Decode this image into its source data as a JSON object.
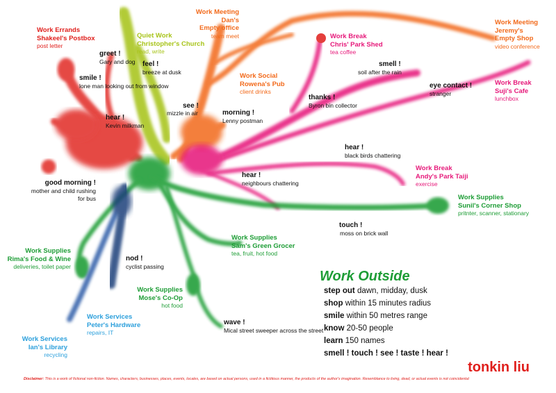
{
  "colors": {
    "red": "#e0201d",
    "pink": "#e6197a",
    "orange": "#f26a1b",
    "lime": "#a8c41a",
    "green": "#1e9d36",
    "blue": "#2da0dc",
    "navy": "#1e3f7a"
  },
  "places": [
    {
      "id": "shakeel",
      "title1": "Work Errands",
      "title2": "Shakeel's Postbox",
      "sub": "post letter",
      "color": "#e0201d"
    },
    {
      "id": "christopher",
      "title1": "Quiet Work",
      "title2": "Christopher's  Church",
      "sub": "read, write",
      "color": "#a8c41a"
    },
    {
      "id": "dan",
      "title1": "Work Meeting",
      "title2": "Dan's",
      "title3": "Empty office",
      "sub": "team meet",
      "color": "#f26a1b"
    },
    {
      "id": "chris",
      "title1": "Work Break",
      "title2": "Chris' Park Shed",
      "sub": "tea coffee",
      "color": "#e6197a"
    },
    {
      "id": "jeremy",
      "title1": "Work Meeting",
      "title2": "Jeremy's",
      "title3": "Empty Shop",
      "sub": "video conference",
      "color": "#f26a1b"
    },
    {
      "id": "rowena",
      "title1": "Work Social",
      "title2": "Rowena's Pub",
      "sub": "client drinks",
      "color": "#f26a1b"
    },
    {
      "id": "suji",
      "title1": "Work Break",
      "title2": "Suji's Cafe",
      "sub": "lunchbox",
      "color": "#e6197a"
    },
    {
      "id": "andy",
      "title1": "Work Break",
      "title2": "Andy's Park Taiji",
      "sub": "exercise",
      "color": "#e6197a"
    },
    {
      "id": "sunil",
      "title1": "Work Supplies",
      "title2": "Sunil's Corner Shop",
      "sub": "pritnter, scanner, stationary",
      "color": "#1e9d36"
    },
    {
      "id": "sam",
      "title1": "Work Supplies",
      "title2": "Sam's Green Grocer",
      "sub": "tea, fruit, hot food",
      "color": "#1e9d36"
    },
    {
      "id": "rima",
      "title1": "Work Supplies",
      "title2": "Rima's Food & Wine",
      "sub": "deliveries, toilet paper",
      "color": "#1e9d36"
    },
    {
      "id": "mose",
      "title1": "Work Supplies",
      "title2": "Mose's Co-Op",
      "sub": "hot food",
      "color": "#1e9d36"
    },
    {
      "id": "peter",
      "title1": "Work Services",
      "title2": "Peter's Hardware",
      "sub": "repairs, IT",
      "color": "#2da0dc"
    },
    {
      "id": "ian",
      "title1": "Work Services",
      "title2": "Ian's Library",
      "sub": "recycling",
      "color": "#2da0dc"
    }
  ],
  "senses": [
    {
      "id": "greet",
      "title": "greet !",
      "lines": [
        "Gary and",
        "dog"
      ]
    },
    {
      "id": "feel",
      "title": "feel !",
      "lines": [
        "breeze at dusk"
      ]
    },
    {
      "id": "smile",
      "title": "smile !",
      "lines": [
        "lone man looking",
        "out from window"
      ]
    },
    {
      "id": "hear_kevin",
      "title": "hear !",
      "lines": [
        "Kevin milkman"
      ]
    },
    {
      "id": "see",
      "title": "see !",
      "lines": [
        "mizzle in air"
      ]
    },
    {
      "id": "morning",
      "title": "morning !",
      "lines": [
        "Lenny",
        "postman"
      ]
    },
    {
      "id": "thanks",
      "title": "thanks !",
      "lines": [
        "Byron",
        "bin collector"
      ]
    },
    {
      "id": "smell",
      "title": "smell !",
      "lines": [
        "soil after the rain"
      ]
    },
    {
      "id": "eye",
      "title": "eye contact !",
      "lines": [
        "stranger"
      ]
    },
    {
      "id": "hear_birds",
      "title": "hear !",
      "lines": [
        "black birds chattering"
      ]
    },
    {
      "id": "hear_neigh",
      "title": "hear !",
      "lines": [
        "neighbours chattering"
      ]
    },
    {
      "id": "goodmorning",
      "title": "good morning !",
      "lines": [
        "mother and child",
        "rushing for bus"
      ]
    },
    {
      "id": "touch",
      "title": "touch !",
      "lines": [
        "moss on brick wall"
      ]
    },
    {
      "id": "nod",
      "title": "nod !",
      "lines": [
        "cyclist",
        "passing"
      ]
    },
    {
      "id": "wave",
      "title": "wave !",
      "lines": [
        "Mical",
        "street sweeper",
        "across the street"
      ]
    }
  ],
  "work_outside": {
    "heading": "Work Outside",
    "rows": [
      {
        "k": "step out",
        "v": "dawn, midday, dusk"
      },
      {
        "k": "shop",
        "v": "within 15 minutes radius"
      },
      {
        "k": "smile",
        "v": "within 50 metres range"
      },
      {
        "k": "know",
        "v": "20-50 people"
      },
      {
        "k": "learn",
        "v": "150 names"
      }
    ],
    "last": "smell ! touch ! see ! taste ! hear !"
  },
  "author": "tonkin liu",
  "disclaimer_label": "Disclaimer:",
  "disclaimer_text": "This is a work of fictional non-fiction. Names, characters, businesses, places, events, locales, are based on actual persons, used in a fictitious manner, the products of the author's imagination. Resemblance to living, dead, or actual events is not coincidental"
}
